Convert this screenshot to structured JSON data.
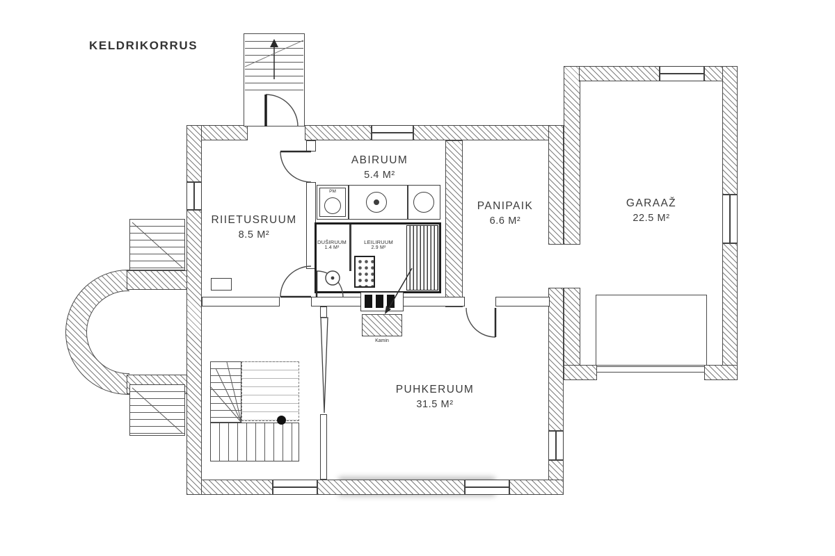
{
  "title": "KELDRIKORRUS",
  "rooms": [
    {
      "name": "RIIETUSRUUM",
      "area": "8.5 M²"
    },
    {
      "name": "ABIRUUM",
      "area": "5.4 M²"
    },
    {
      "name": "DUŠIRUUM",
      "area": "1.4 M²"
    },
    {
      "name": "LEILIRUUM",
      "area": "2.9 M²"
    },
    {
      "name": "PANIPAIK",
      "area": "6.6 M²"
    },
    {
      "name": "GARAAŽ",
      "area": "22.5 M²"
    },
    {
      "name": "PUHKERUUM",
      "area": "31.5 M²"
    }
  ],
  "fixtures": {
    "fireplace_label": "Kamin",
    "washing_machine_label": "PM"
  },
  "colors": {
    "wall_line": "#3f3f3f",
    "sauna_wall": "#1d1d1d",
    "background": "#ffffff",
    "text": "#3b3b3b"
  }
}
